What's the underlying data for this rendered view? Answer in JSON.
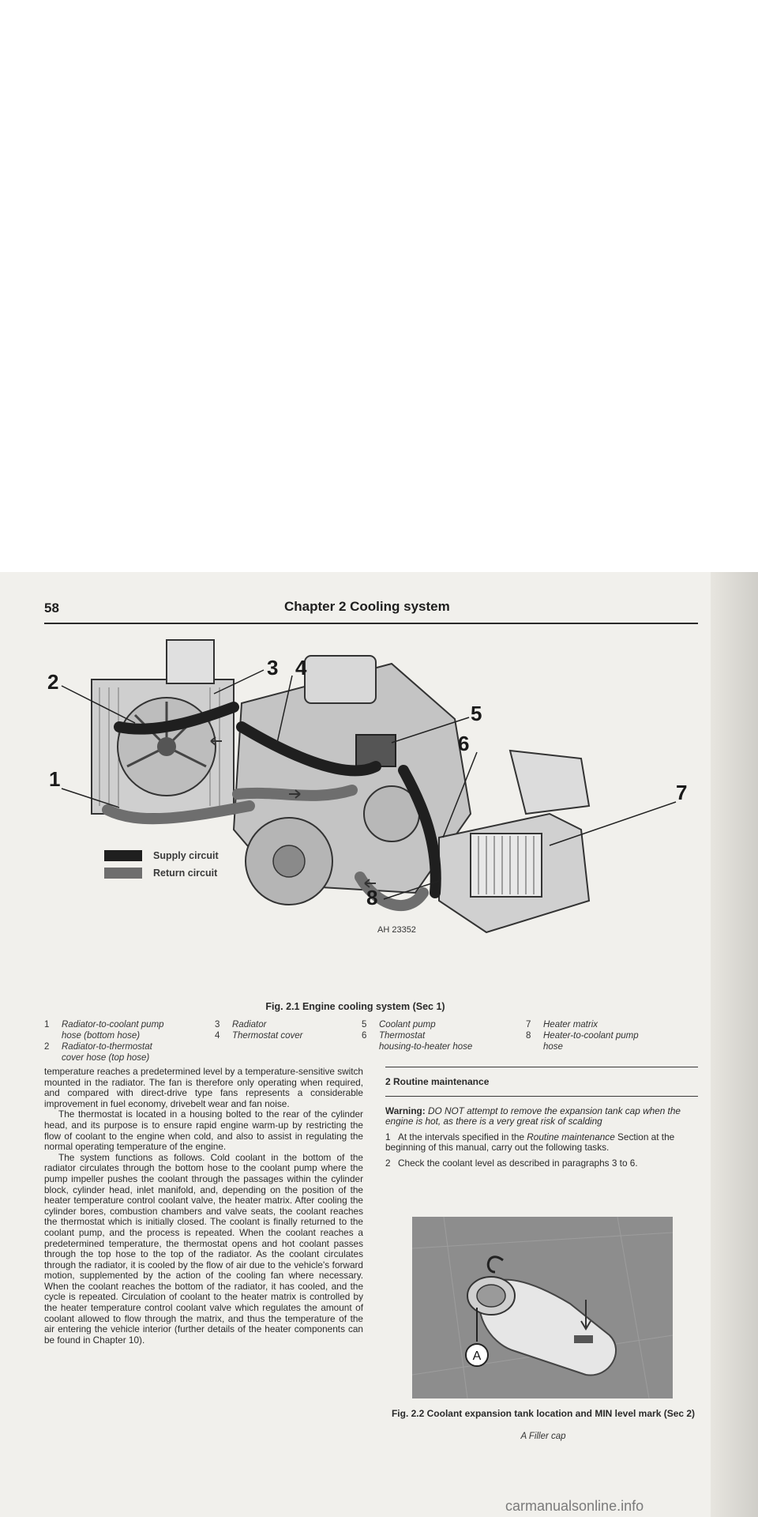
{
  "page": {
    "number": "58",
    "chapter_title": "Chapter 2  Cooling system"
  },
  "figure1": {
    "callouts": [
      "1",
      "2",
      "3",
      "4",
      "5",
      "6",
      "7",
      "8"
    ],
    "ref_code": "AH 23352",
    "legend": [
      {
        "label": "Supply circuit",
        "color": "#1f1f1f"
      },
      {
        "label": "Return circuit",
        "color": "#6e6e6e"
      }
    ],
    "caption": "Fig. 2.1 Engine cooling system (Sec 1)",
    "key": [
      {
        "num": "1",
        "line1": "Radiator-to-coolant pump",
        "line2": "hose (bottom hose)"
      },
      {
        "num": "2",
        "line1": "Radiator-to-thermostat",
        "line2": "cover hose (top hose)"
      },
      {
        "num": "3",
        "line1": "Radiator",
        "line2": ""
      },
      {
        "num": "4",
        "line1": "Thermostat cover",
        "line2": ""
      },
      {
        "num": "5",
        "line1": "Coolant pump",
        "line2": ""
      },
      {
        "num": "6",
        "line1": "Thermostat",
        "line2": "housing-to-heater hose"
      },
      {
        "num": "7",
        "line1": "Heater matrix",
        "line2": ""
      },
      {
        "num": "8",
        "line1": "Heater-to-coolant pump",
        "line2": "hose"
      }
    ]
  },
  "left_column": {
    "paragraphs": [
      "temperature reaches a predetermined level by a temperature-sensitive switch mounted in the radiator. The fan is therefore only operating when required, and compared with direct-drive type fans represents a considerable improvement in fuel economy, drivebelt wear and fan noise.",
      "The thermostat is located in a housing bolted to the rear of the cylinder head, and its purpose is to ensure rapid engine warm-up by restricting the flow of coolant to the engine when cold, and also to assist in regulating the normal operating temperature of the engine.",
      "The system functions as follows. Cold coolant in the bottom of the radiator circulates through the bottom hose to the coolant pump where the pump impeller pushes the coolant through the passages within the cylinder block, cylinder head, inlet manifold, and, depending on the position of the heater temperature control coolant valve, the heater matrix. After cooling the cylinder bores, combustion chambers and valve seats, the coolant reaches the thermostat which is initially closed. The coolant is finally returned to the coolant pump, and the process is repeated. When the coolant reaches a predetermined temperature, the thermostat opens and hot coolant passes through the top hose to the top of the radiator. As the coolant circulates through the radiator, it is cooled by the flow of air due to the vehicle's forward motion, supplemented by the action of the cooling fan where necessary. When the coolant reaches the bottom of the radiator, it has cooled, and the cycle is repeated. Circulation of coolant to the heater matrix is controlled by the heater temperature control coolant valve which regulates the amount of coolant allowed to flow through the matrix, and thus the temperature of the air entering the vehicle interior (further details of the heater components can be found in Chapter 10)."
    ]
  },
  "section2": {
    "title": "2  Routine maintenance",
    "warning_label": "Warning:",
    "warning_text": "DO NOT attempt to remove the expansion tank cap when the engine is hot, as there is a very great risk of scalding",
    "step1_num": "1",
    "step1_pre": "At the intervals specified in the ",
    "step1_em": "Routine maintenance",
    "step1_post": " Section at the beginning of this manual, carry out the following tasks.",
    "step2_num": "2",
    "step2": "Check the coolant level as described in paragraphs 3 to 6."
  },
  "figure2": {
    "label_A": "A",
    "caption": "Fig. 2.2 Coolant expansion tank location and MIN level mark (Sec 2)",
    "key": "A   Filler cap"
  },
  "watermark": "carmanualsonline.info"
}
